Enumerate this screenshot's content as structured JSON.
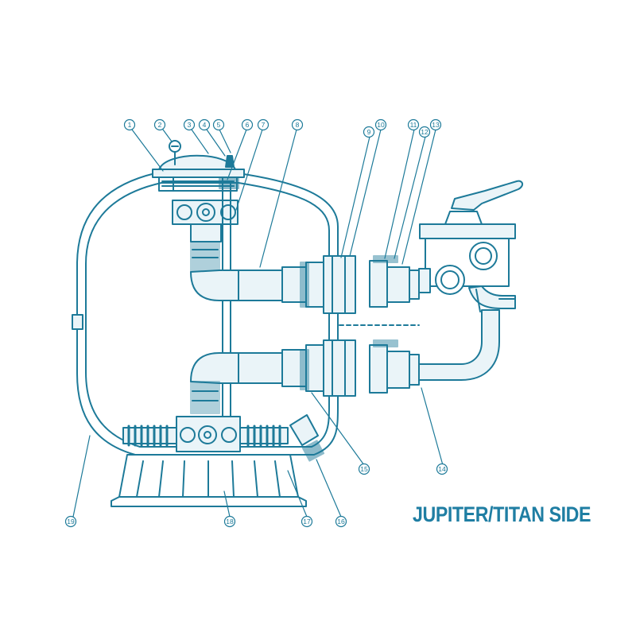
{
  "title": "JUPITER/TITAN SIDE",
  "colors": {
    "line": "#1d7a99",
    "fill": "#eaf4f8",
    "title": "#1f7ea3",
    "background": "#ffffff"
  },
  "callouts": [
    {
      "label": "1"
    },
    {
      "label": "2"
    },
    {
      "label": "3"
    },
    {
      "label": "4"
    },
    {
      "label": "5"
    },
    {
      "label": "6"
    },
    {
      "label": "7"
    },
    {
      "label": "8"
    },
    {
      "label": "9"
    },
    {
      "label": "10"
    },
    {
      "label": "11"
    },
    {
      "label": "12"
    },
    {
      "label": "13"
    },
    {
      "label": "14"
    },
    {
      "label": "15"
    },
    {
      "label": "16"
    },
    {
      "label": "17"
    },
    {
      "label": "18"
    },
    {
      "label": "19"
    }
  ]
}
